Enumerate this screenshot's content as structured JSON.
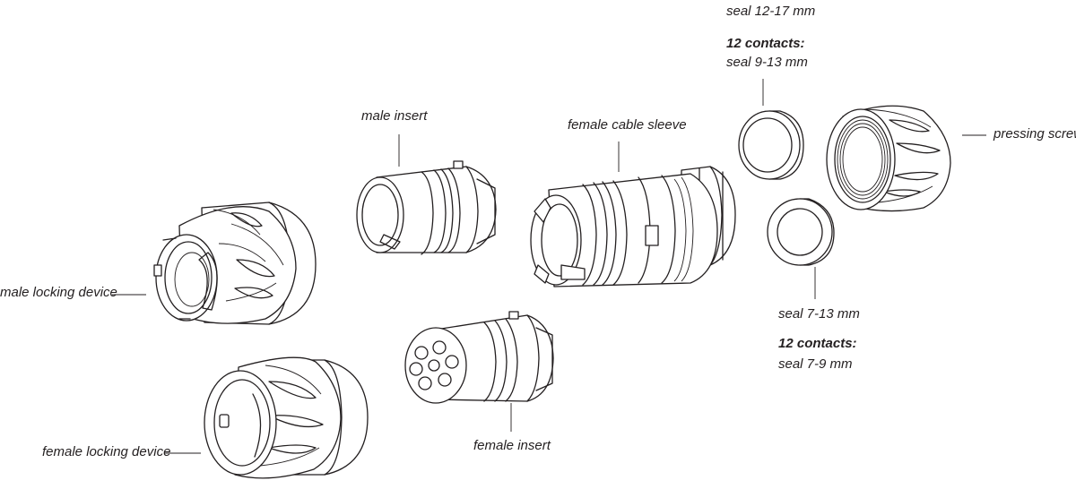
{
  "labels": {
    "seal_12_17": "seal 12-17 mm",
    "contacts_12_top": "12 contacts:",
    "seal_9_13": "seal 9-13 mm",
    "male_insert": "male insert",
    "female_cable_sleeve": "female cable sleeve",
    "pressing_screw": "pressing screw",
    "male_locking_device": "male locking device",
    "seal_7_13": "seal 7-13 mm",
    "contacts_12_bottom": "12 contacts:",
    "seal_7_9": "seal 7-9 mm",
    "female_locking_device": "female locking device",
    "female_insert": "female insert"
  }
}
